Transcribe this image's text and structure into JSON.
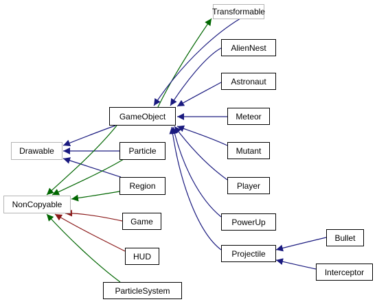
{
  "colors": {
    "inheritance": "#1a1a7f",
    "template": "#006600",
    "usage": "#8b1a1a",
    "node_border": "#000000",
    "external_border": "#b4b4b4"
  },
  "nodes": {
    "transformable": "Transformable",
    "aliennest": "AlienNest",
    "astronaut": "Astronaut",
    "gameobject": "GameObject",
    "meteor": "Meteor",
    "drawable": "Drawable",
    "particle": "Particle",
    "mutant": "Mutant",
    "region": "Region",
    "player": "Player",
    "noncopyable": "NonCopyable",
    "game": "Game",
    "powerup": "PowerUp",
    "projectile": "Projectile",
    "bullet": "Bullet",
    "hud": "HUD",
    "interceptor": "Interceptor",
    "particlesystem": "ParticleSystem"
  },
  "edges": [
    {
      "from": "gameobject",
      "to": "transformable",
      "kind": "template"
    },
    {
      "from": "aliennest",
      "to": "gameobject",
      "kind": "inheritance"
    },
    {
      "from": "astronaut",
      "to": "gameobject",
      "kind": "inheritance"
    },
    {
      "from": "meteor",
      "to": "gameobject",
      "kind": "inheritance"
    },
    {
      "from": "mutant",
      "to": "gameobject",
      "kind": "inheritance"
    },
    {
      "from": "player",
      "to": "gameobject",
      "kind": "inheritance"
    },
    {
      "from": "powerup",
      "to": "gameobject",
      "kind": "inheritance"
    },
    {
      "from": "projectile",
      "to": "gameobject",
      "kind": "inheritance"
    },
    {
      "from": "transformable",
      "to": "gameobject",
      "kind": "inheritance"
    },
    {
      "from": "gameobject",
      "to": "drawable",
      "kind": "inheritance"
    },
    {
      "from": "particle",
      "to": "drawable",
      "kind": "inheritance"
    },
    {
      "from": "region",
      "to": "drawable",
      "kind": "inheritance"
    },
    {
      "from": "gameobject",
      "to": "noncopyable",
      "kind": "template"
    },
    {
      "from": "particle",
      "to": "noncopyable",
      "kind": "template"
    },
    {
      "from": "region",
      "to": "noncopyable",
      "kind": "template"
    },
    {
      "from": "particlesystem",
      "to": "noncopyable",
      "kind": "template"
    },
    {
      "from": "game",
      "to": "noncopyable",
      "kind": "usage"
    },
    {
      "from": "hud",
      "to": "noncopyable",
      "kind": "usage"
    },
    {
      "from": "bullet",
      "to": "projectile",
      "kind": "inheritance"
    },
    {
      "from": "interceptor",
      "to": "projectile",
      "kind": "inheritance"
    }
  ]
}
